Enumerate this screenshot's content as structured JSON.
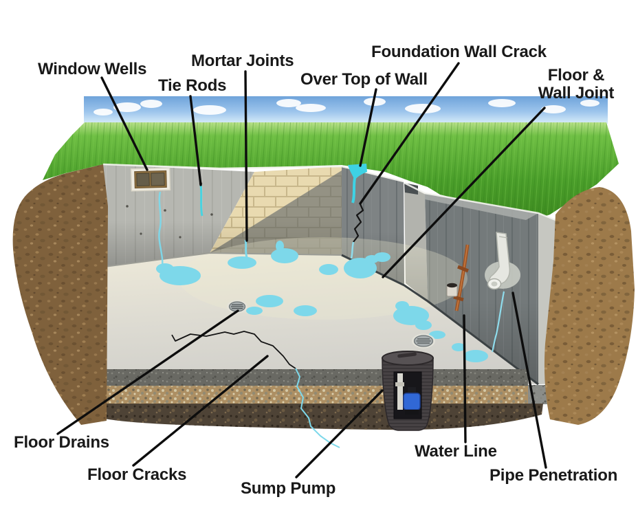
{
  "diagram": {
    "subject": "basement water entry points cutaway illustration"
  },
  "labels": {
    "window_wells": "Window Wells",
    "tie_rods": "Tie Rods",
    "mortar_joints": "Mortar Joints",
    "over_top_of_wall": "Over Top of Wall",
    "foundation_wall_crack": "Foundation Wall Crack",
    "floor_wall_joint": "Floor &\nWall Joint",
    "floor_drains": "Floor Drains",
    "floor_cracks": "Floor Cracks",
    "sump_pump": "Sump Pump",
    "water_line": "Water Line",
    "pipe_penetration": "Pipe Penetration"
  },
  "colors": {
    "label_text": "#191919",
    "leader_line": "#0d0d0d",
    "water": "#7dd8ea",
    "water_bright": "#3ed2e4",
    "sky": "#8fb9e6",
    "grass": "#4f9e2e",
    "soil_left": "#7f613c",
    "soil_right": "#9d7a4a",
    "concrete_light": "#b6b7b1",
    "concrete_dark": "#747a7b",
    "brick": "#e9dab0",
    "floor": "#dcdad0",
    "slab_edge": "#696963",
    "gravel": "#ad8f63",
    "subsoil": "#4e4336",
    "copper_pipe": "#9e5527",
    "pvc_pipe": "#e6e7e1",
    "sump_basin": "#474244",
    "sump_pump_unit": "#3168d6"
  }
}
